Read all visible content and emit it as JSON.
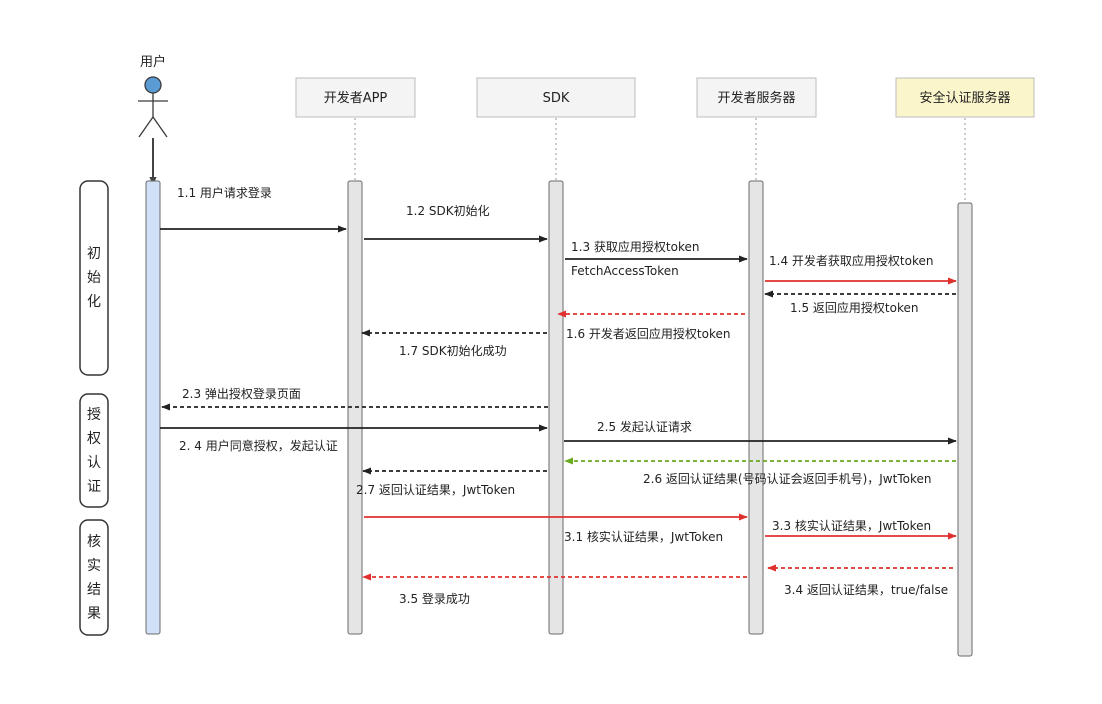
{
  "actor": {
    "label": "用户"
  },
  "participants": [
    {
      "id": "app",
      "label": "开发者APP"
    },
    {
      "id": "sdk",
      "label": "SDK"
    },
    {
      "id": "devserver",
      "label": "开发者服务器"
    },
    {
      "id": "authserver",
      "label": "安全认证服务器",
      "highlight": "#fbf5cc"
    }
  ],
  "phases": [
    {
      "id": "init",
      "chars": [
        "初",
        "始",
        "化"
      ]
    },
    {
      "id": "auth",
      "chars": [
        "授",
        "权",
        "认",
        "证"
      ]
    },
    {
      "id": "verify",
      "chars": [
        "核",
        "实",
        "结",
        "果"
      ]
    }
  ],
  "messages": [
    {
      "id": "m1-1",
      "text": "1.1 用户请求登录",
      "from": "user",
      "to": "app",
      "style": "solid",
      "color": "#222222"
    },
    {
      "id": "m1-2",
      "text": "1.2 SDK初始化",
      "from": "app",
      "to": "sdk",
      "style": "solid",
      "color": "#222222"
    },
    {
      "id": "m1-3",
      "text": "1.3 获取应用授权token",
      "text2": "FetchAccessToken",
      "from": "sdk",
      "to": "devserver",
      "style": "solid",
      "color": "#222222"
    },
    {
      "id": "m1-4",
      "text": "1.4 开发者获取应用授权token",
      "from": "devserver",
      "to": "authserver",
      "style": "solid",
      "color": "#e0302e"
    },
    {
      "id": "m1-5",
      "text": "1.5 返回应用授权token",
      "from": "authserver",
      "to": "devserver",
      "style": "dashed",
      "color": "#222222"
    },
    {
      "id": "m1-6",
      "text": "1.6 开发者返回应用授权token",
      "from": "devserver",
      "to": "sdk",
      "style": "dashed",
      "color": "#e0302e"
    },
    {
      "id": "m1-7",
      "text": "1.7 SDK初始化成功",
      "from": "sdk",
      "to": "app",
      "style": "dashed",
      "color": "#222222"
    },
    {
      "id": "m2-3",
      "text": "2.3 弹出授权登录页面",
      "from": "sdk",
      "to": "user",
      "style": "dashed",
      "color": "#222222"
    },
    {
      "id": "m2-4",
      "text": "2. 4  用户同意授权，发起认证",
      "from": "user",
      "to": "sdk",
      "style": "solid",
      "color": "#222222"
    },
    {
      "id": "m2-5",
      "text": "2.5 发起认证请求",
      "from": "sdk",
      "to": "authserver",
      "style": "solid",
      "color": "#222222"
    },
    {
      "id": "m2-6",
      "text": "2.6 返回认证结果(号码认证会返回手机号)，JwtToken",
      "from": "authserver",
      "to": "sdk",
      "style": "dashed",
      "color": "#6aaa1e"
    },
    {
      "id": "m2-7",
      "text": "2.7 返回认证结果，JwtToken",
      "from": "sdk",
      "to": "app",
      "style": "dashed",
      "color": "#222222"
    },
    {
      "id": "m3-1",
      "text": "3.1 核实认证结果，JwtToken",
      "from": "app",
      "to": "devserver",
      "style": "solid",
      "color": "#e0302e"
    },
    {
      "id": "m3-3",
      "text": "3.3 核实认证结果，JwtToken",
      "from": "devserver",
      "to": "authserver",
      "style": "solid",
      "color": "#e0302e"
    },
    {
      "id": "m3-4",
      "text": "3.4 返回认证结果，true/false",
      "from": "authserver",
      "to": "devserver",
      "style": "dashed",
      "color": "#e0302e"
    },
    {
      "id": "m3-5",
      "text": "3.5 登录成功",
      "from": "devserver",
      "to": "app",
      "style": "dashed",
      "color": "#e0302e"
    }
  ]
}
